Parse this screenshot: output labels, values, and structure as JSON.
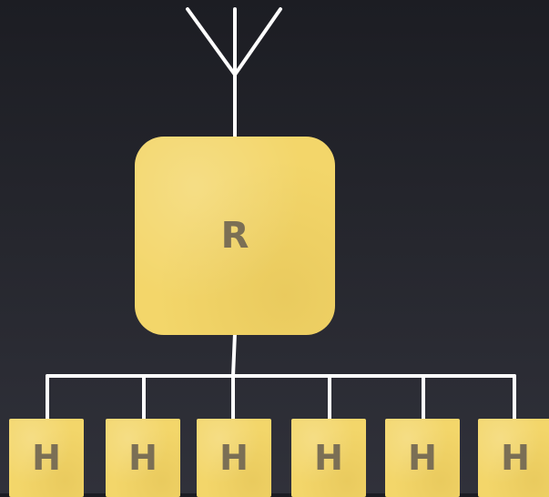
{
  "diagram": {
    "router": {
      "label": "R"
    },
    "hosts": [
      {
        "label": "H"
      },
      {
        "label": "H"
      },
      {
        "label": "H"
      },
      {
        "label": "H"
      },
      {
        "label": "H"
      },
      {
        "label": "H"
      }
    ],
    "colors": {
      "background": "#25262d",
      "node_fill": "#f3d66a",
      "node_text": "#7b6f55",
      "line": "#ffffff"
    }
  }
}
